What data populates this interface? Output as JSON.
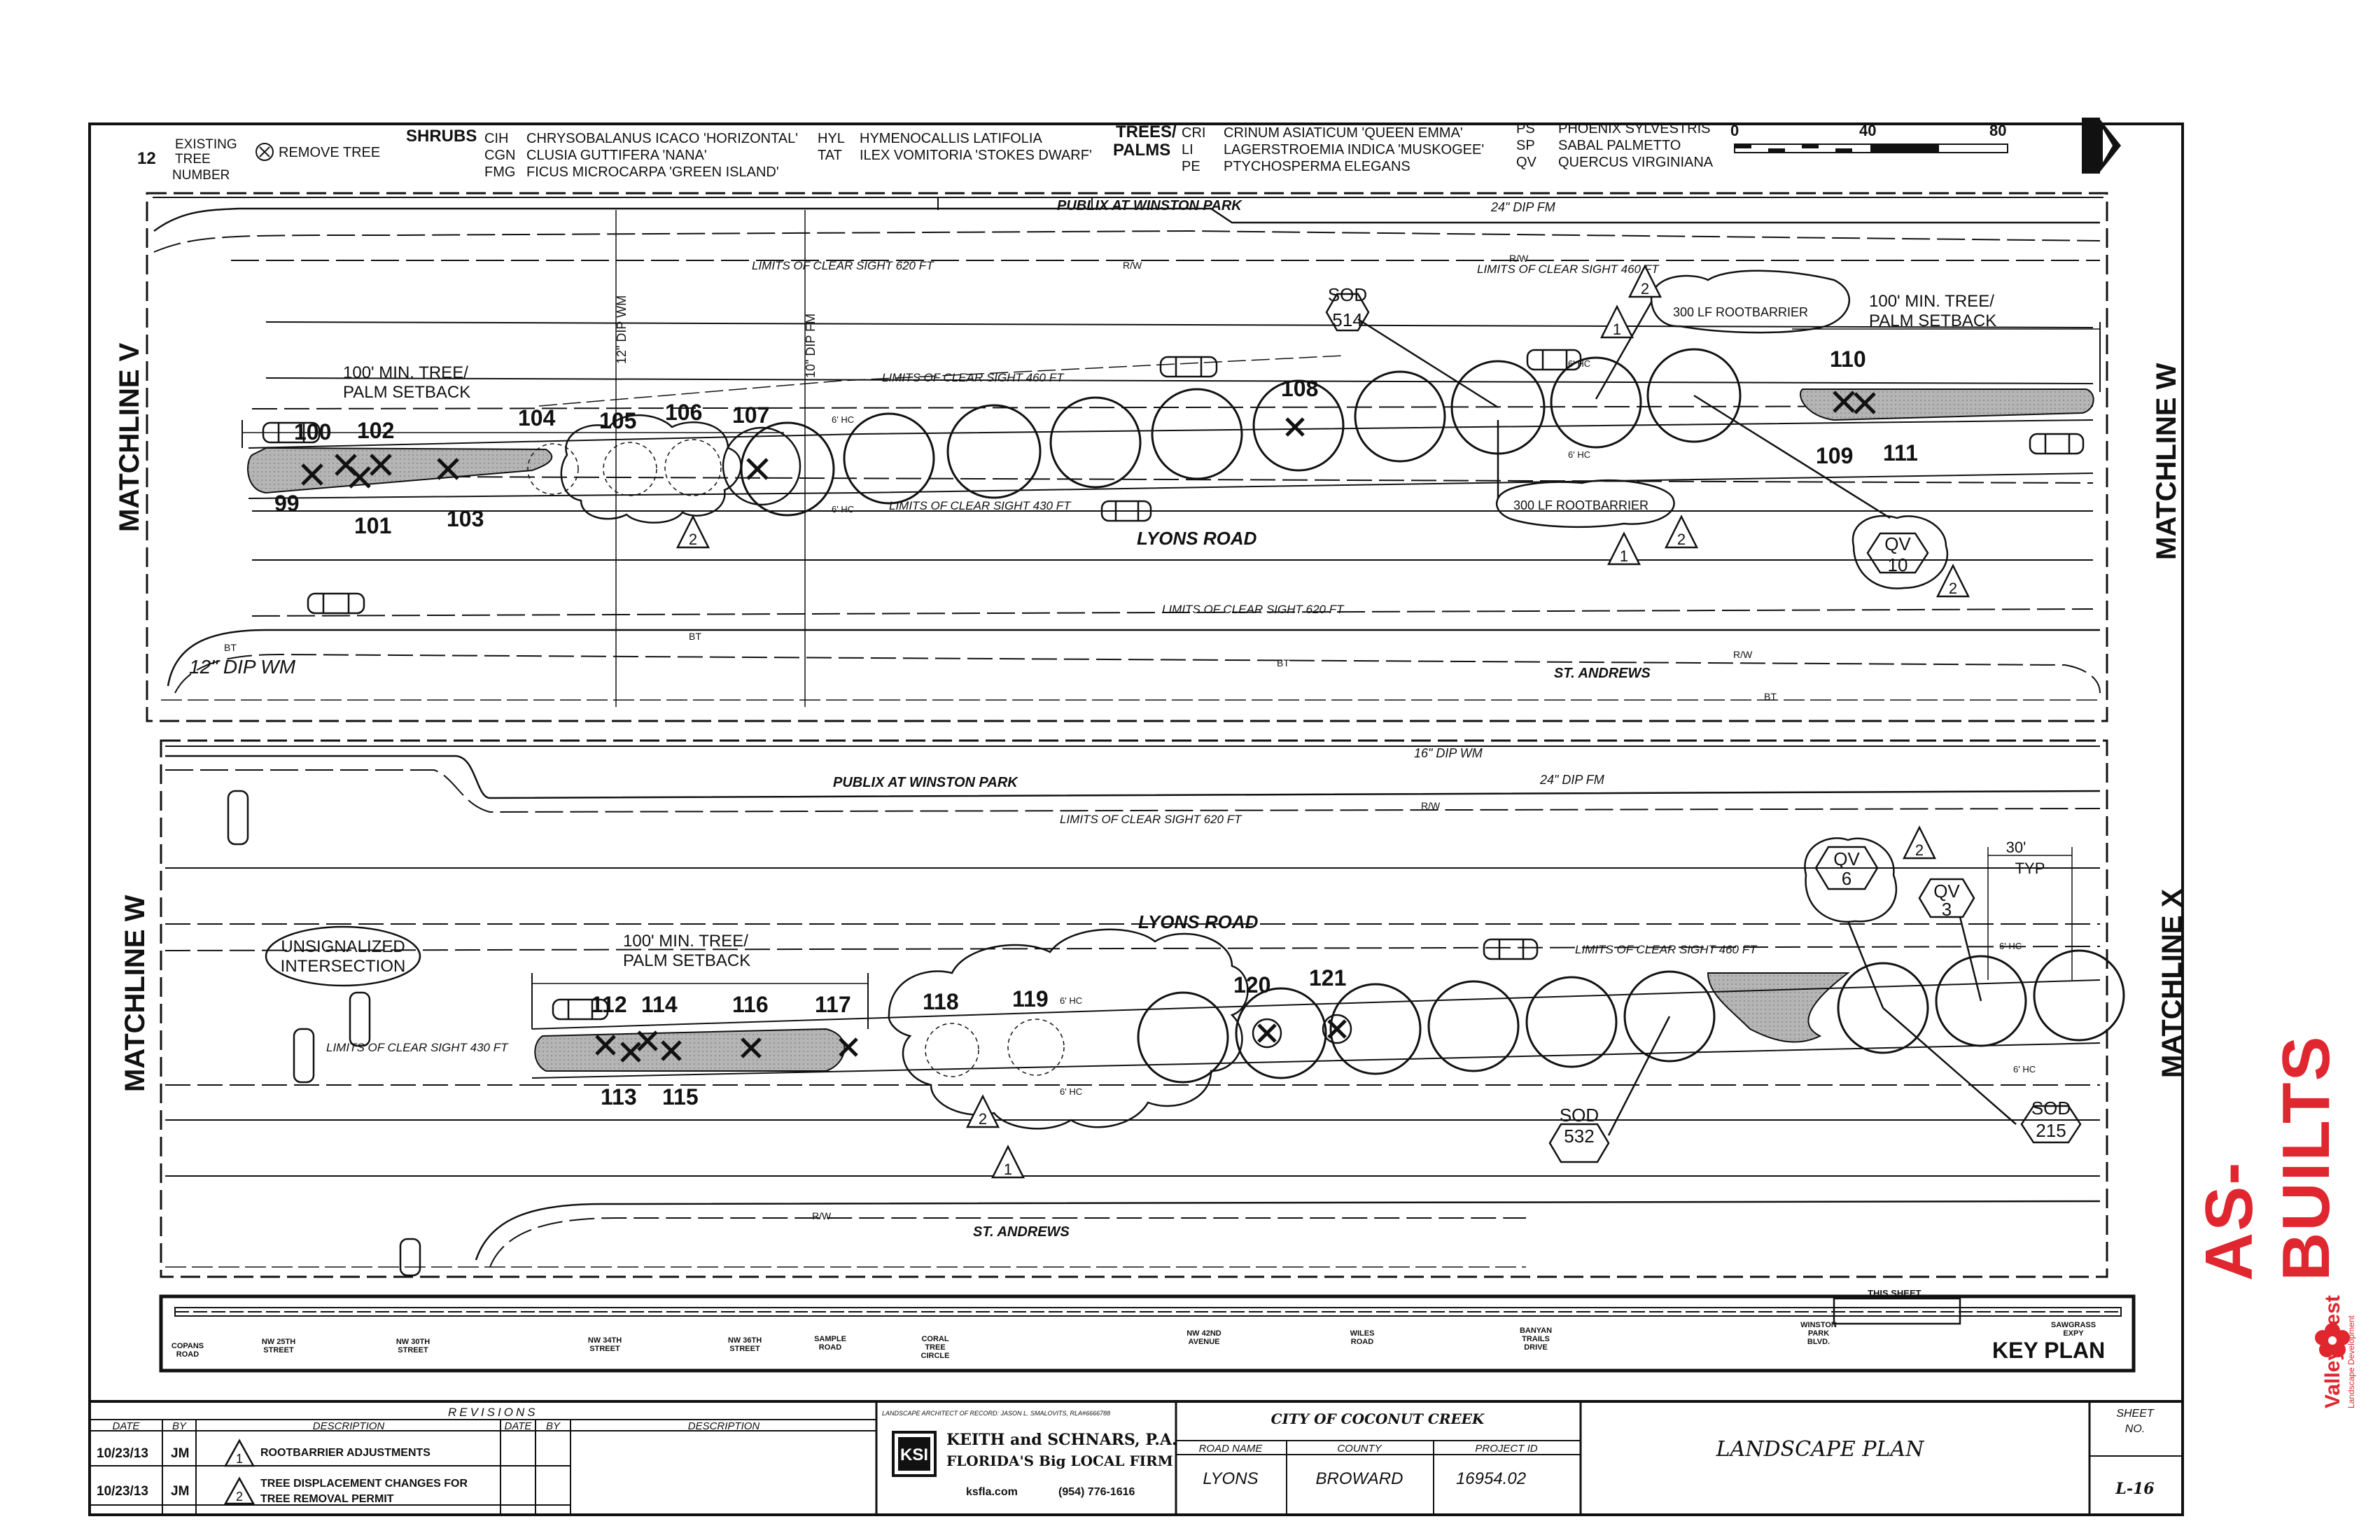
{
  "legend": {
    "existing_tree": [
      "EXISTING",
      "TREE",
      "NUMBER"
    ],
    "existing_num": "12",
    "remove_tree": "REMOVE TREE",
    "shrubs_label": "SHRUBS",
    "shrubs": [
      {
        "code": "CIH",
        "name": "CHRYSOBALANUS ICACO 'HORIZONTAL'"
      },
      {
        "code": "CGN",
        "name": "CLUSIA GUTTIFERA 'NANA'"
      },
      {
        "code": "FMG",
        "name": "FICUS MICROCARPA 'GREEN ISLAND'"
      }
    ],
    "shrubs2": [
      {
        "code": "HYL",
        "name": "HYMENOCALLIS LATIFOLIA"
      },
      {
        "code": "TAT",
        "name": "ILEX VOMITORIA 'STOKES DWARF'"
      }
    ],
    "trees_label": [
      "TREES/",
      "PALMS"
    ],
    "trees": [
      {
        "code": "CRI",
        "name": "CRINUM ASIATICUM 'QUEEN EMMA'"
      },
      {
        "code": "LI",
        "name": "LAGERSTROEMIA INDICA 'MUSKOGEE'"
      },
      {
        "code": "PE",
        "name": "PTYCHOSPERMA ELEGANS"
      }
    ],
    "trees2": [
      {
        "code": "PS",
        "name": "PHOENIX SYLVESTRIS"
      },
      {
        "code": "SP",
        "name": "SABAL PALMETTO"
      },
      {
        "code": "QV",
        "name": "QUERCUS VIRGINIANA"
      }
    ],
    "scale": [
      "0",
      "40",
      "80"
    ]
  },
  "top_panel": {
    "matchline_left": "MATCHLINE V",
    "matchline_right": "MATCHLINE W",
    "streets": {
      "north": "PUBLIX AT WINSTON PARK",
      "main": "LYONS ROAD",
      "south": "ST. ANDREWS"
    },
    "pipes": {
      "north": "24\" DIP FM",
      "south": "12\" DIP WM",
      "dip1": "12\" DIP WM",
      "dip2": "10\" DIP FM"
    },
    "sight_lines": [
      "LIMITS OF CLEAR SIGHT 620 FT",
      "LIMITS OF CLEAR SIGHT 460 FT",
      "LIMITS OF CLEAR SIGHT 460 FT",
      "LIMITS OF CLEAR SIGHT 430 FT",
      "LIMITS OF CLEAR SIGHT 620 FT"
    ],
    "setback": [
      "100' MIN. TREE/",
      "PALM SETBACK"
    ],
    "setback_right": [
      "100' MIN. TREE/",
      "PALM SETBACK"
    ],
    "rootbarrier_top": "300 LF ROOTBARRIER",
    "rootbarrier_bottom": "300 LF ROOTBARRIER",
    "sod": {
      "label": "SOD",
      "qty": "514"
    },
    "qv": {
      "label": "QV",
      "qty": "10"
    },
    "tree_numbers": [
      "100",
      "102",
      "104",
      "105",
      "106",
      "107",
      "108",
      "110",
      "99",
      "101",
      "103",
      "109",
      "111"
    ],
    "rw": [
      "R/W",
      "R/W",
      "R/W"
    ],
    "bt": [
      "BT",
      "BT",
      "BT",
      "BT"
    ],
    "hc": [
      "6' HC",
      "6' HC",
      "6' HC",
      "6' HC"
    ]
  },
  "bottom_panel": {
    "matchline_left": "MATCHLINE W",
    "matchline_right": "MATCHLINE X",
    "streets": {
      "north": "PUBLIX AT WINSTON PARK",
      "main": "LYONS ROAD",
      "south": "ST. ANDREWS"
    },
    "pipes": {
      "north": "16\" DIP WM",
      "fm": "24\" DIP FM"
    },
    "sight_lines": [
      "LIMITS OF CLEAR SIGHT 620 FT",
      "LIMITS OF CLEAR SIGHT 460 FT",
      "LIMITS OF CLEAR SIGHT 430 FT"
    ],
    "unsignalized": [
      "UNSIGNALIZED",
      "INTERSECTION"
    ],
    "setback": [
      "100' MIN. TREE/",
      "PALM SETBACK"
    ],
    "qv6": {
      "label": "QV",
      "qty": "6"
    },
    "qv3": {
      "label": "QV",
      "qty": "3"
    },
    "sod532": {
      "label": "SOD",
      "qty": "532"
    },
    "sod215": {
      "label": "SOD",
      "qty": "215"
    },
    "typ": [
      "30'",
      "TYP"
    ],
    "tree_numbers": [
      "112",
      "114",
      "116",
      "117",
      "118",
      "119",
      "120",
      "121",
      "113",
      "115"
    ],
    "rw": [
      "R/W",
      "R/W"
    ],
    "hc": [
      "6' HC",
      "6' HC",
      "6' HC",
      "6' HC"
    ]
  },
  "key_plan": {
    "title": "KEY PLAN",
    "this_sheet": "THIS SHEET",
    "streets": [
      [
        "COPANS",
        "ROAD"
      ],
      [
        "NW 25TH",
        "STREET"
      ],
      [
        "NW 30TH",
        "STREET"
      ],
      [
        "NW 34TH",
        "STREET"
      ],
      [
        "NW 36TH",
        "STREET"
      ],
      [
        "SAMPLE",
        "ROAD"
      ],
      [
        "CORAL",
        "TREE",
        "CIRCLE"
      ],
      [
        "NW 42ND",
        "AVENUE"
      ],
      [
        "WILES",
        "ROAD"
      ],
      [
        "BANYAN",
        "TRAILS",
        "DRIVE"
      ],
      [
        "WINSTON",
        "PARK",
        "BLVD."
      ],
      [
        "SAWGRASS",
        "EXPY"
      ]
    ]
  },
  "revisions": {
    "title": "REVISIONS",
    "headers": [
      "DATE",
      "BY",
      "DESCRIPTION",
      "DATE",
      "BY",
      "DESCRIPTION"
    ],
    "rows": [
      {
        "date": "10/23/13",
        "by": "JM",
        "num": "1",
        "desc": [
          "ROOTBARRIER ADJUSTMENTS"
        ]
      },
      {
        "date": "10/23/13",
        "by": "JM",
        "num": "2",
        "desc": [
          "TREE DISPLACEMENT CHANGES FOR",
          "TREE REMOVAL PERMIT"
        ]
      }
    ]
  },
  "firm": {
    "architect": "LANDSCAPE ARCHITECT OF RECORD: JASON L. SMALOVITS, RLA#6666788",
    "name": "KEITH and SCHNARS, P.A.",
    "tagline": "FLORIDA'S Big LOCAL FIRM",
    "web": "ksfla.com",
    "phone": "(954) 776-1616",
    "logo": "KSI"
  },
  "project": {
    "client": "CITY OF COCONUT CREEK",
    "headers": [
      "ROAD NAME",
      "COUNTY",
      "PROJECT ID"
    ],
    "values": [
      "LYONS",
      "BROWARD",
      "16954.02"
    ],
    "sheet_title": "LANDSCAPE PLAN",
    "sheet_no_label": [
      "SHEET",
      "NO."
    ],
    "sheet_no": "L-16"
  },
  "stamp": {
    "as_builts": "AS-BUILTS",
    "company": "ValleyCrest",
    "company_sub": "Landscape Development",
    "color": "#e0262f"
  },
  "north_icon": "north-arrow-icon"
}
